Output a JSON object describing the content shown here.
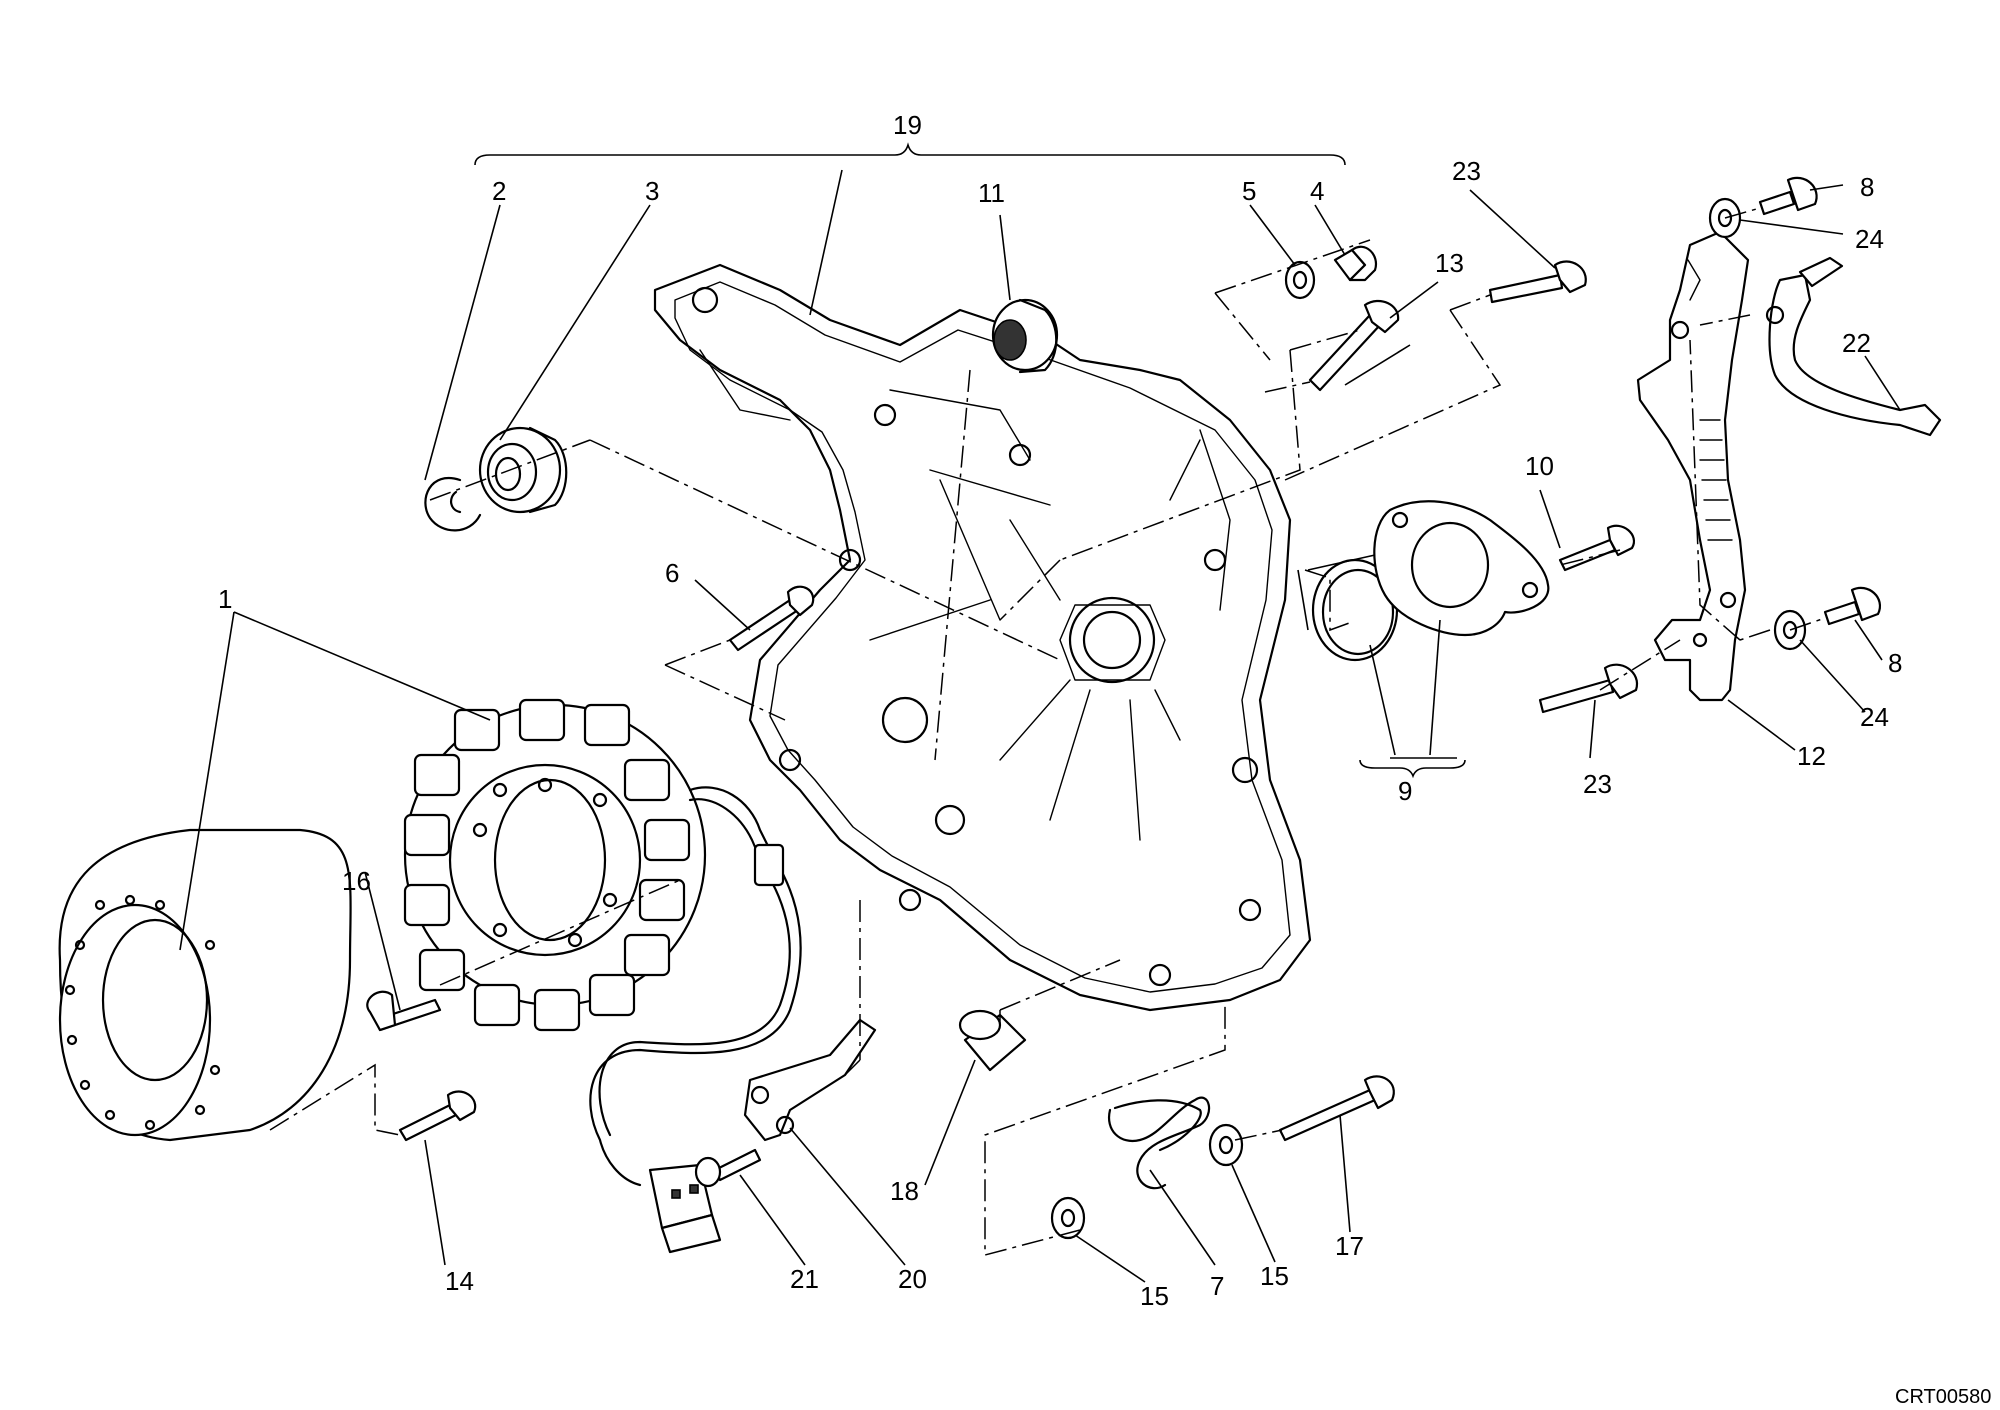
{
  "drawing_code": "CRT00580",
  "callouts": {
    "c1": "1",
    "c2": "2",
    "c3": "3",
    "c4": "4",
    "c5": "5",
    "c6": "6",
    "c7": "7",
    "c8a": "8",
    "c8b": "8",
    "c9": "9",
    "c10": "10",
    "c11": "11",
    "c12": "12",
    "c13": "13",
    "c14": "14",
    "c15a": "15",
    "c15b": "15",
    "c16": "16",
    "c17": "17",
    "c18": "18",
    "c19": "19",
    "c20": "20",
    "c21": "21",
    "c22": "22",
    "c23a": "23",
    "c23b": "23",
    "c24a": "24",
    "c24b": "24"
  }
}
